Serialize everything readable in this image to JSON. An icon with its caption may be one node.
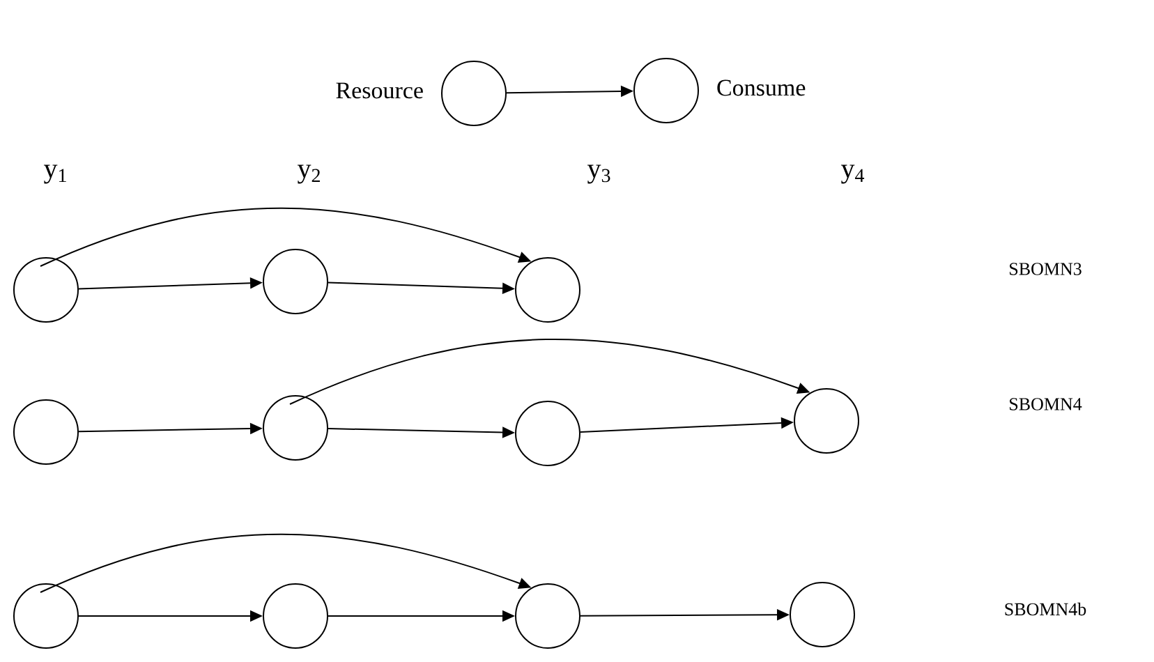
{
  "diagram": {
    "nodes": [
      {
        "text": [],
        "shape": "circle",
        "beside": [
          "Resource"
        ]
      },
      {
        "text": [],
        "shape": "circle",
        "beside": [
          "Consume"
        ]
      },
      {
        "text": [],
        "shape": "circle"
      },
      {
        "text": [],
        "shape": "circle"
      },
      {
        "text": [],
        "shape": "circle"
      },
      {
        "text": [],
        "shape": "circle"
      },
      {
        "text": [],
        "shape": "circle"
      },
      {
        "text": [],
        "shape": "circle"
      },
      {
        "text": [],
        "shape": "circle"
      },
      {
        "text": [],
        "shape": "circle"
      },
      {
        "text": [],
        "shape": "circle"
      },
      {
        "text": [],
        "shape": "circle"
      },
      {
        "text": [],
        "shape": "circle"
      }
    ],
    "edges": [
      {
        "from": 0,
        "to": 1,
        "arrow": "to"
      },
      {
        "from": 2,
        "to": 4,
        "arrow": "to"
      },
      {
        "from": 2,
        "to": 3,
        "arrow": "to"
      },
      {
        "from": 3,
        "to": 4,
        "arrow": "to"
      },
      {
        "from": 6,
        "to": 8,
        "arrow": "to"
      },
      {
        "from": 5,
        "to": 6,
        "arrow": "to"
      },
      {
        "from": 6,
        "to": 7,
        "arrow": "to"
      },
      {
        "from": 7,
        "to": 8,
        "arrow": "to"
      },
      {
        "from": 9,
        "to": 11,
        "arrow": "to"
      },
      {
        "from": 9,
        "to": 10,
        "arrow": "to"
      },
      {
        "from": 10,
        "to": 11,
        "arrow": "to"
      },
      {
        "from": 11,
        "to": 12,
        "arrow": "to"
      }
    ],
    "labels": [
      "y$_{1}$",
      "y$_{2}$",
      "y$_{3}$",
      "y$_{4}$",
      "SBOMN3",
      "SBOMN4",
      "SBOMN4b"
    ]
  }
}
